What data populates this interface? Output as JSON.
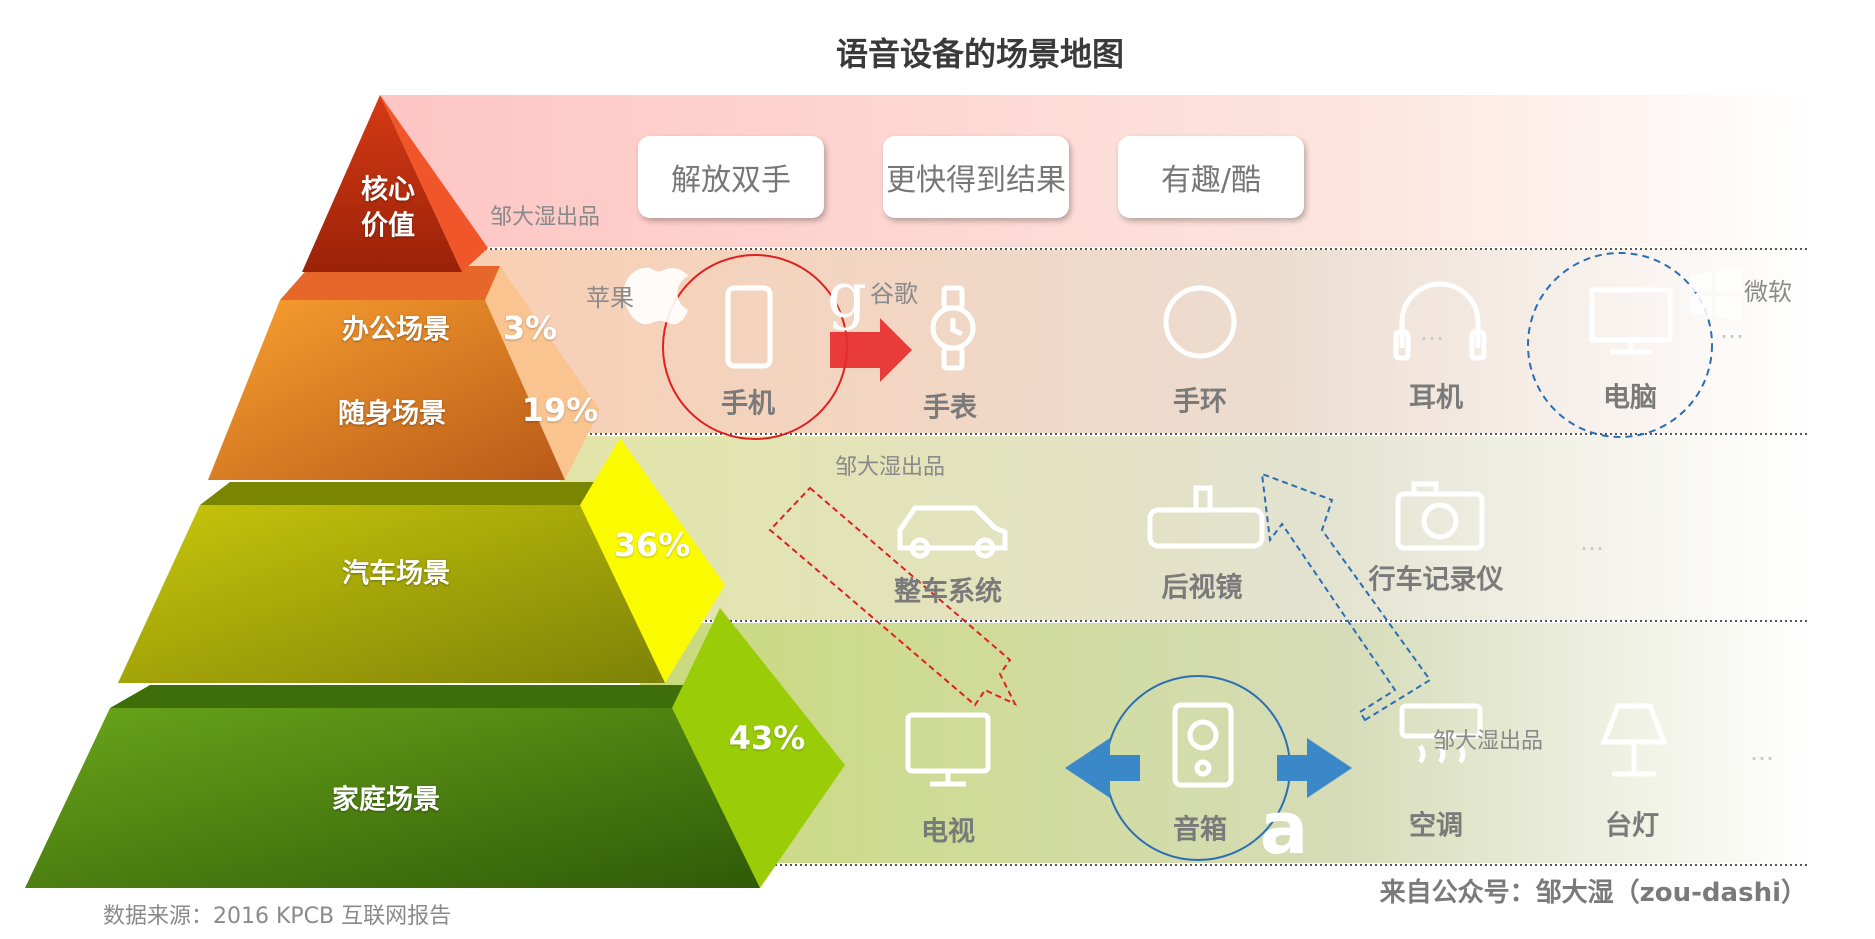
{
  "title": "语音设备的场景地图",
  "source": "数据来源：2016 KPCB 互联网报告",
  "credit": "来自公众号：邹大湿（zou-dashi）",
  "watermark": "邹大湿出品",
  "ellipsis": "…",
  "core": {
    "label_line1": "核心",
    "label_line2": "价值",
    "values": [
      "解放双手",
      "更快得到结果",
      "有趣/酷"
    ]
  },
  "tiers": {
    "office": {
      "label": "办公场景",
      "share": "3%"
    },
    "portable": {
      "label": "随身场景",
      "share": "19%"
    },
    "car": {
      "label": "汽车场景",
      "share": "36%"
    },
    "home": {
      "label": "家庭场景",
      "share": "43%"
    }
  },
  "brands": {
    "apple": "苹果",
    "google": "谷歌",
    "microsoft": "微软",
    "google_logo": "g",
    "amazon_logo": "a"
  },
  "devices": {
    "portable": [
      "手机",
      "手表",
      "手环",
      "耳机",
      "电脑"
    ],
    "car": [
      "整车系统",
      "后视镜",
      "行车记录仪"
    ],
    "home": [
      "电视",
      "音箱",
      "空调",
      "台灯"
    ]
  },
  "colors": {
    "core_band": "#fdc5c3",
    "portable_band": "#f6d5c0",
    "car_band": "#e5e4b8",
    "home_band": "#cfdc98",
    "red_highlight": "#e02020",
    "blue_highlight": "#2a6fb5"
  }
}
